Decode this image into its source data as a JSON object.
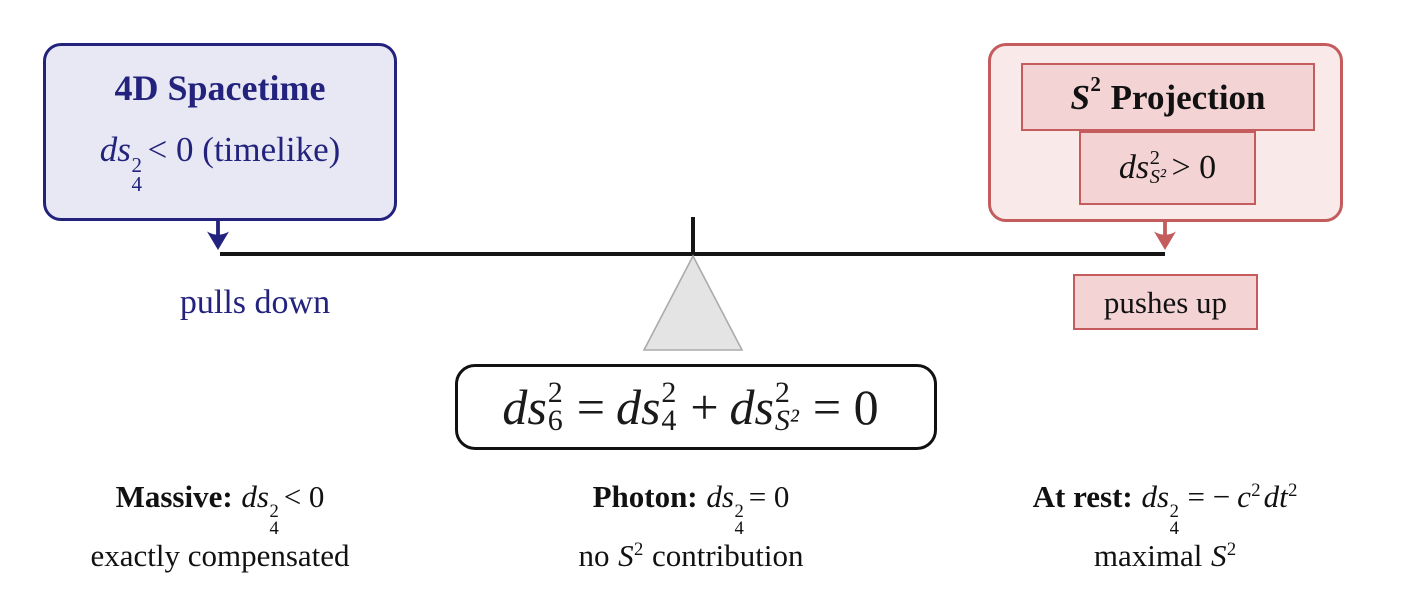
{
  "colors": {
    "navy": "#23237D",
    "navy_fill": "#E8E8F4",
    "red": "#C45C5E",
    "pink_fill": "#F9EAE9",
    "pink_inner_fill": "#F3D3D4",
    "beam_black": "#151515",
    "triangle_fill": "#E4E4E4",
    "triangle_stroke": "#ABABAB",
    "background": "#FFFFFF"
  },
  "left_box": {
    "title": "4D Spacetime",
    "formula": {
      "ds": "ds",
      "sup": "2",
      "sub": "4",
      "rest": "< 0 (timelike)"
    }
  },
  "right_box": {
    "title": {
      "s": "S",
      "sup": "2",
      "rest": "Projection"
    },
    "formula": {
      "ds": "ds",
      "sup": "2",
      "sub": "S²",
      "rest": "> 0"
    }
  },
  "beam_labels": {
    "pulls_down": "pulls down",
    "pushes_up": "pushes up"
  },
  "equation": {
    "ds1": "ds",
    "sup1": "2",
    "sub1": "6",
    "eq1": "=",
    "ds2": "ds",
    "sup2": "2",
    "sub2": "4",
    "plus": "+",
    "ds3": "ds",
    "sup3": "2",
    "sub3": "S²",
    "eq2": "= 0"
  },
  "cases": {
    "massive": {
      "label": "Massive:",
      "ds": "ds",
      "sup": "2",
      "sub": "4",
      "rest": "< 0",
      "line2": "exactly compensated"
    },
    "photon": {
      "label": "Photon:",
      "ds": "ds",
      "sup": "2",
      "sub": "4",
      "rest": "= 0",
      "line2_pre": "no",
      "line2_s": "S",
      "line2_sup": "2",
      "line2_post": "contribution"
    },
    "at_rest": {
      "label": "At rest:",
      "ds": "ds",
      "sup": "2",
      "sub": "4",
      "eq": "= −",
      "c": "c",
      "c_sup": "2",
      "dt": "dt",
      "dt_sup": "2",
      "line2_pre": "maximal",
      "line2_s": "S",
      "line2_sup": "2"
    }
  }
}
